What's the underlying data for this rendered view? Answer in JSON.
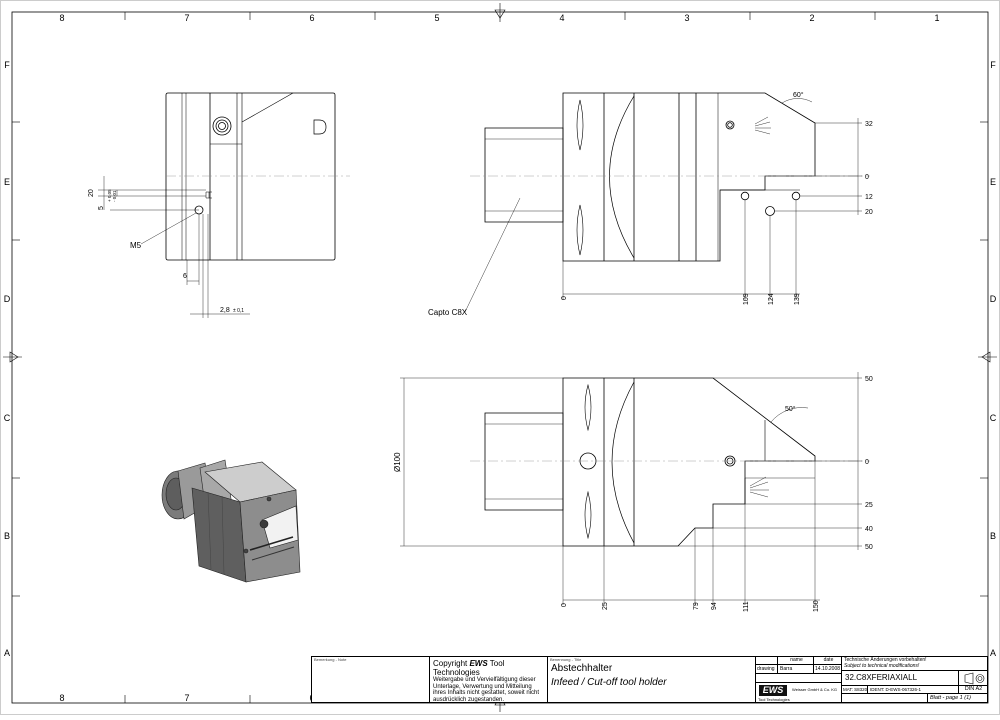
{
  "frame": {
    "col_labels": [
      "8",
      "7",
      "6",
      "5",
      "4",
      "3",
      "2",
      "1"
    ],
    "row_labels": [
      "F",
      "E",
      "D",
      "C",
      "B",
      "A"
    ]
  },
  "view_side": {
    "dims": {
      "d20": "20",
      "d5": "5",
      "tol_plus": "+ 0,05",
      "tol_minus": "- 0,01",
      "d6": "6",
      "d28": "2,8",
      "d28_tol": "± 0,1"
    },
    "thread_label": "M5",
    "corner_mark": "D"
  },
  "view_top": {
    "angle": "60°",
    "right_dims": [
      "32",
      "0",
      "12",
      "20"
    ],
    "bottom_dims": [
      "0",
      "109",
      "124",
      "139"
    ],
    "callout": "Capto C8X"
  },
  "view_front": {
    "angle": "50°",
    "diameter": "Ø100",
    "right_dims": [
      "50",
      "0",
      "25",
      "40",
      "50"
    ],
    "bottom_dims": [
      "0",
      "25",
      "79",
      "94",
      "111",
      "150"
    ]
  },
  "title_block": {
    "remark_label": "Bemerkung - Note",
    "copyright_title_pre": "Copyright ",
    "copyright_brand": "EWS",
    "copyright_title_post": " Tool Technologies",
    "copyright_text": "Weitergabe und Vervielfältigung dieser Unterlage, Verwertung und Mitteilung ihres Inhalts nicht gestattet, soweit nicht ausdrücklich zugestanden. Zuwiderhandlungen verpflichten zu Schadenersatz.",
    "name_label": "Benennung - Title",
    "title_de": "Abstechhalter",
    "title_en": "Infeed / Cut-off tool holder",
    "col_name": "name",
    "col_date": "date",
    "drawn_label": "drawing",
    "drawn_name": "Barra",
    "drawn_date": "14.10.2008",
    "logo": "EWS",
    "logo_sub": "Tool Technologies",
    "company": "Weisser GmbH & Co. KG",
    "note_de": "Technische Änderungen vorbehalten!",
    "note_en": "Subject to technical modifications!",
    "part_no": "32.C8XFERIAXIALL",
    "mat_label": "MAT: S8320",
    "ident": "IDENT: D-EWS-067326-1",
    "size": "DIN A2",
    "sheet": "Blatt - page 1 (1)"
  }
}
